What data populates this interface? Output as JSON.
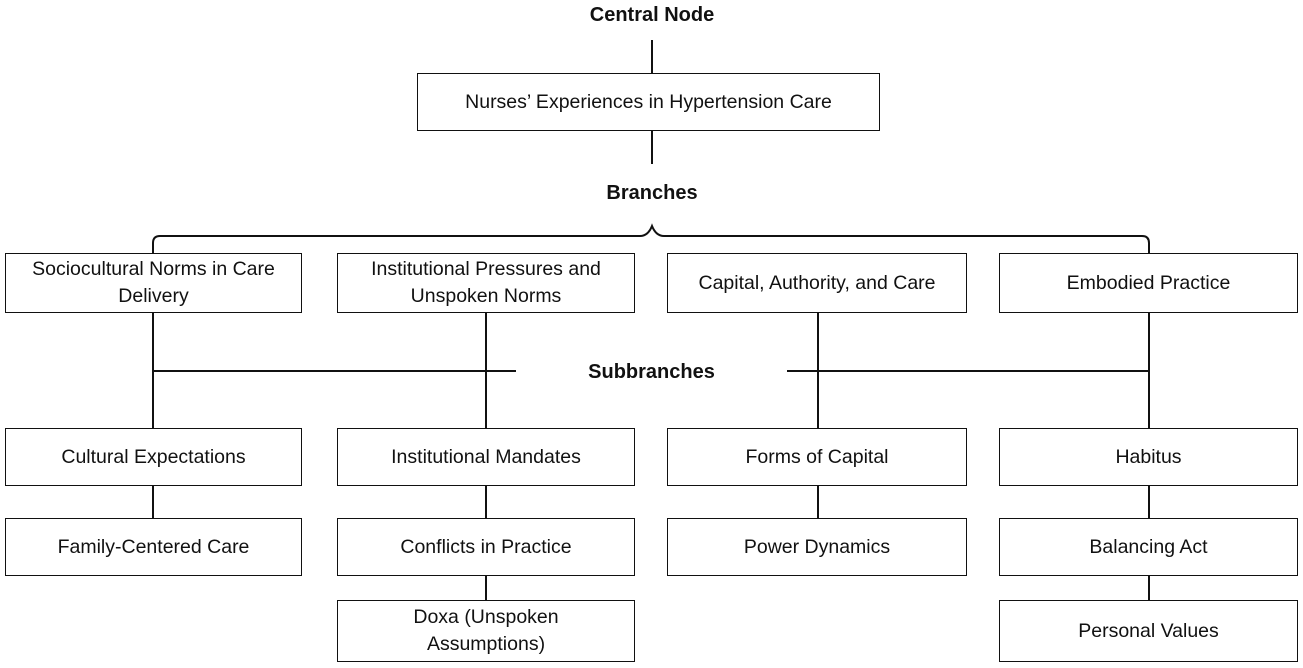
{
  "labels": {
    "central": "Central Node",
    "branches": "Branches",
    "subbranches": "Subbranches"
  },
  "central_node": "Nurses’ Experiences in Hypertension Care",
  "branches": [
    {
      "label": "Sociocultural Norms in Care Delivery",
      "subbranches": [
        "Cultural Expectations",
        "Family-Centered Care"
      ]
    },
    {
      "label": "Institutional Pressures and Unspoken Norms",
      "subbranches": [
        "Institutional Mandates",
        "Conflicts in Practice",
        "Doxa (Unspoken Assumptions)"
      ]
    },
    {
      "label": "Capital, Authority, and Care",
      "subbranches": [
        "Forms of Capital",
        "Power Dynamics"
      ]
    },
    {
      "label": "Embodied Practice",
      "subbranches": [
        "Habitus",
        "Balancing Act",
        "Personal Values"
      ]
    }
  ]
}
